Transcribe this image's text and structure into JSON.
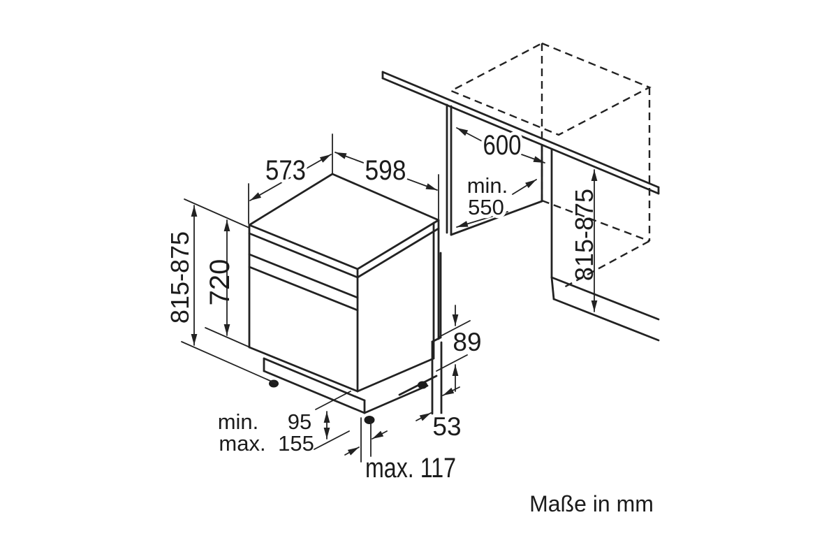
{
  "diagram": {
    "units_note": "Maße in mm",
    "appliance": {
      "depth": "573",
      "width": "598",
      "height_range": "815-875",
      "interior_height": "720",
      "plinth_step": "89",
      "feet_min_label": "min.",
      "feet_min_value": "95",
      "feet_max_label": "max.",
      "feet_max_value": "155",
      "rear_foot_offset": "53",
      "toe_kick_depth": "max. 117"
    },
    "niche": {
      "width": "600",
      "depth_label": "min.",
      "depth_value": "550",
      "height_range": "815-875"
    }
  }
}
